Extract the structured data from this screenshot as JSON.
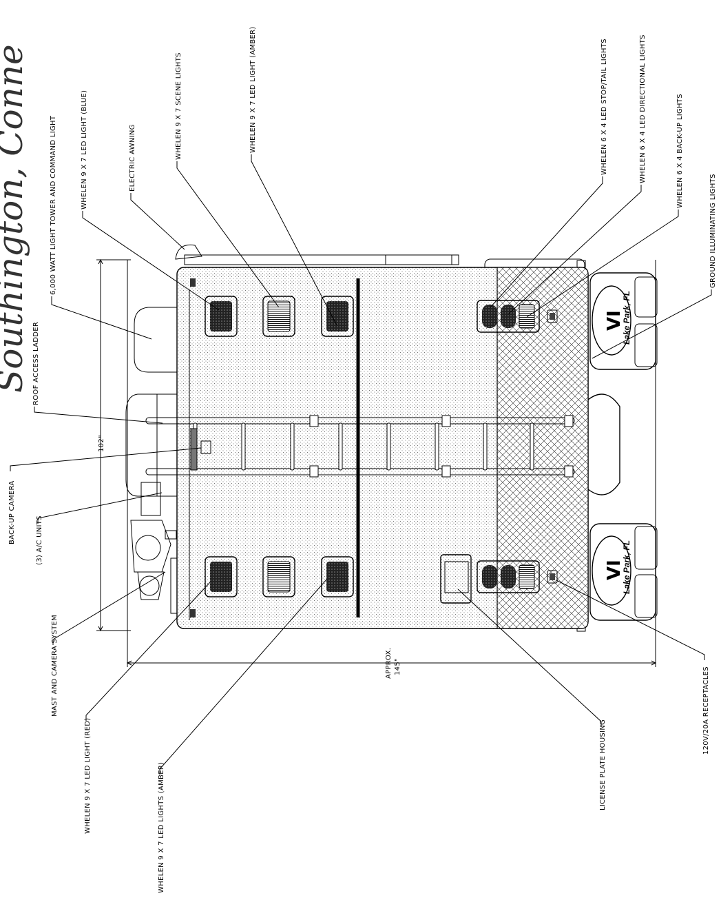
{
  "header_text": "Southington, Conne",
  "labels": {
    "roof_access_ladder": "ROOF ACCESS LADDER",
    "light_tower": "6,000 WATT LIGHT TOWER AND COMMAND LIGHT",
    "blue_light": "WHELEN 9 X 7 LED LIGHT (BLUE)",
    "awning": "ELECTRIC AWNING",
    "scene_lights": "WHELEN 9 X 7 SCENE LIGHTS",
    "amber_light_top": "WHELEN 9 X 7 LED LIGHT (AMBER)",
    "stop_tail": "WHELEN 6 X 4 LED STOP/TAIL LIGHTS",
    "directional": "WHELEN 6 X 4 LED DIRECTIONAL LIGHTS",
    "backup_lights": "WHELEN 6 X 4 BACK-UP LIGHTS",
    "ground_lights": "GROUND ILLUMINATING LIGHTS",
    "backup_camera": "BACK-UP CAMERA",
    "ac_units": "(3) A/C UNITS",
    "mast_camera": "MAST AND CAMERA SYSTEM",
    "red_light": "WHELEN 9 X 7 LED LIGHT (RED)",
    "amber_lights_bottom": "WHELEN 9 X 7 LED LIGHTS (AMBER)",
    "license_plate": "LICENSE PLATE HOUSING",
    "receptacles": "120V/20A RECEPTACLES"
  },
  "dimensions": {
    "width_label": "102\"",
    "length_label_1": "APPROX.",
    "length_label_2": "145\""
  },
  "logo": {
    "text": "VI",
    "location": "Lake Park, FL"
  }
}
